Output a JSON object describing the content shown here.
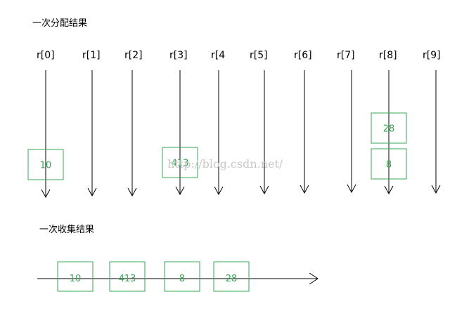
{
  "distribution": {
    "title": "一次分配结果",
    "buckets": [
      "r[0]",
      "r[1]",
      "r[2]",
      "r[3]",
      "r[4",
      "r[5]",
      "r[6]",
      "r[7]",
      "r[8]",
      "r[9]"
    ],
    "items": [
      {
        "bucket": 0,
        "values": [
          "10"
        ]
      },
      {
        "bucket": 3,
        "values": [
          "413"
        ]
      },
      {
        "bucket": 8,
        "values": [
          "8",
          "28"
        ]
      }
    ]
  },
  "collection": {
    "title": "一次收集结果",
    "values": [
      "10",
      "413",
      "8",
      "28"
    ]
  },
  "watermark": "http://blog.csdn.net/",
  "colors": {
    "box_border": "#3aa655",
    "box_text": "#3aa655",
    "arrow": "#000000",
    "watermark": "#c8c8c8"
  }
}
